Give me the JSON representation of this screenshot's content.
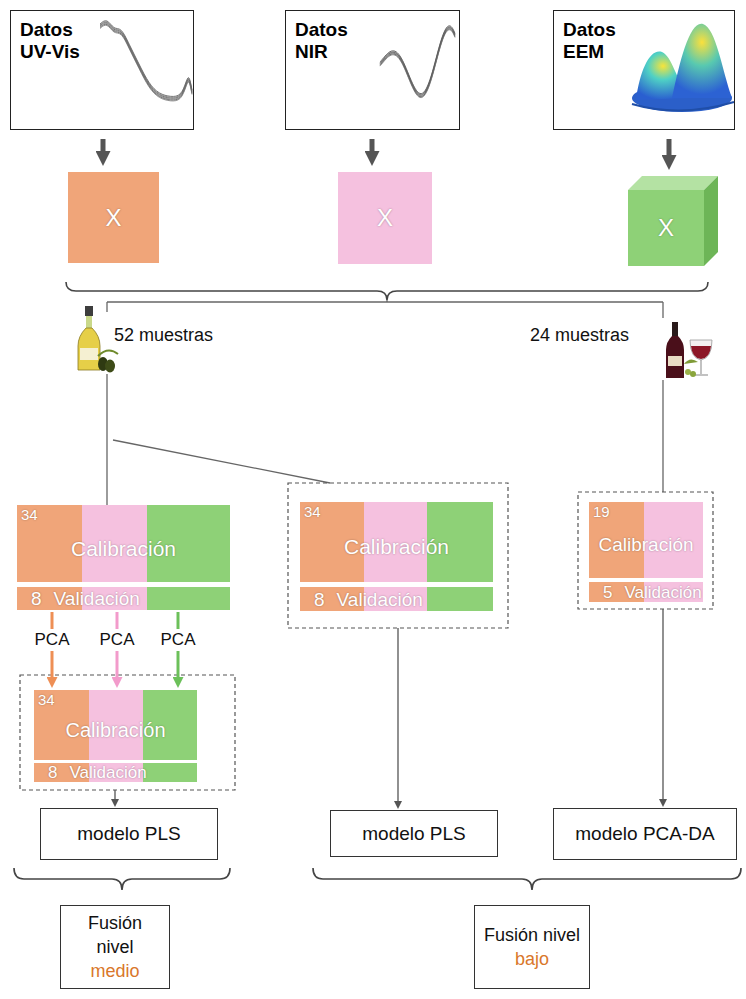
{
  "diagram": {
    "nodes": [
      {
        "text": [
          "Datos UV-Vis"
        ]
      },
      {
        "text": [
          "Datos NIR"
        ]
      },
      {
        "text": [
          "Datos EEM"
        ]
      },
      {
        "text": [
          "X"
        ]
      },
      {
        "text": [
          "X"
        ]
      },
      {
        "text": [
          "X"
        ]
      },
      {
        "text": [
          "34",
          "Calibración"
        ]
      },
      {
        "text": [
          "8",
          "Validación"
        ]
      },
      {
        "text": [
          "34",
          "Calibración"
        ]
      },
      {
        "text": [
          "8",
          "Validación"
        ]
      },
      {
        "text": [
          "19",
          "Calibración"
        ]
      },
      {
        "text": [
          "5",
          "Validación"
        ]
      },
      {
        "text": [
          "34",
          "Calibración"
        ]
      },
      {
        "text": [
          "8",
          "Validación"
        ]
      },
      {
        "text": [
          "modelo PLS"
        ]
      },
      {
        "text": [
          "modelo PLS"
        ]
      },
      {
        "text": [
          "modelo PCA-DA"
        ]
      },
      {
        "text": [
          "Fusión nivel",
          "medio"
        ]
      },
      {
        "text": [
          "Fusión nivel",
          "bajo"
        ]
      }
    ],
    "edges": [
      {
        "from": 0,
        "to": 3,
        "arrow": "to"
      },
      {
        "from": 1,
        "to": 4,
        "arrow": "to"
      },
      {
        "from": 2,
        "to": 5,
        "arrow": "to"
      },
      {
        "from": 7,
        "to": 12,
        "label": "PCA",
        "arrow": "to"
      },
      {
        "from": 7,
        "to": 12,
        "label": "PCA",
        "arrow": "to"
      },
      {
        "from": 7,
        "to": 12,
        "label": "PCA",
        "arrow": "to"
      },
      {
        "from": 13,
        "to": 14,
        "arrow": "to"
      },
      {
        "from": 9,
        "to": 15,
        "arrow": "to"
      },
      {
        "from": 11,
        "to": 16,
        "arrow": "to"
      }
    ],
    "labels": [
      "52 muestras",
      "24 muestras"
    ]
  }
}
